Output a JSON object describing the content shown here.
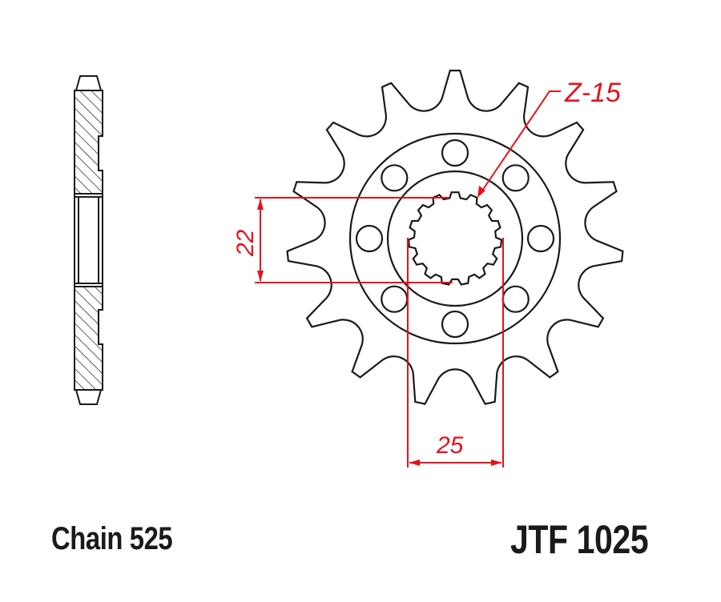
{
  "drawing": {
    "type": "front sprocket technical drawing",
    "teeth_label": "Z-15",
    "teeth_count": 15,
    "bolt_holes": 8,
    "spline_teeth": 15,
    "dimensions": {
      "vertical": "22",
      "horizontal": "25"
    },
    "colors": {
      "outline": "#1a1a1a",
      "dimension": "#e8101c",
      "background": "#ffffff"
    }
  },
  "footer": {
    "chain_label": "Chain 525",
    "part_number": "JTF 1025"
  }
}
